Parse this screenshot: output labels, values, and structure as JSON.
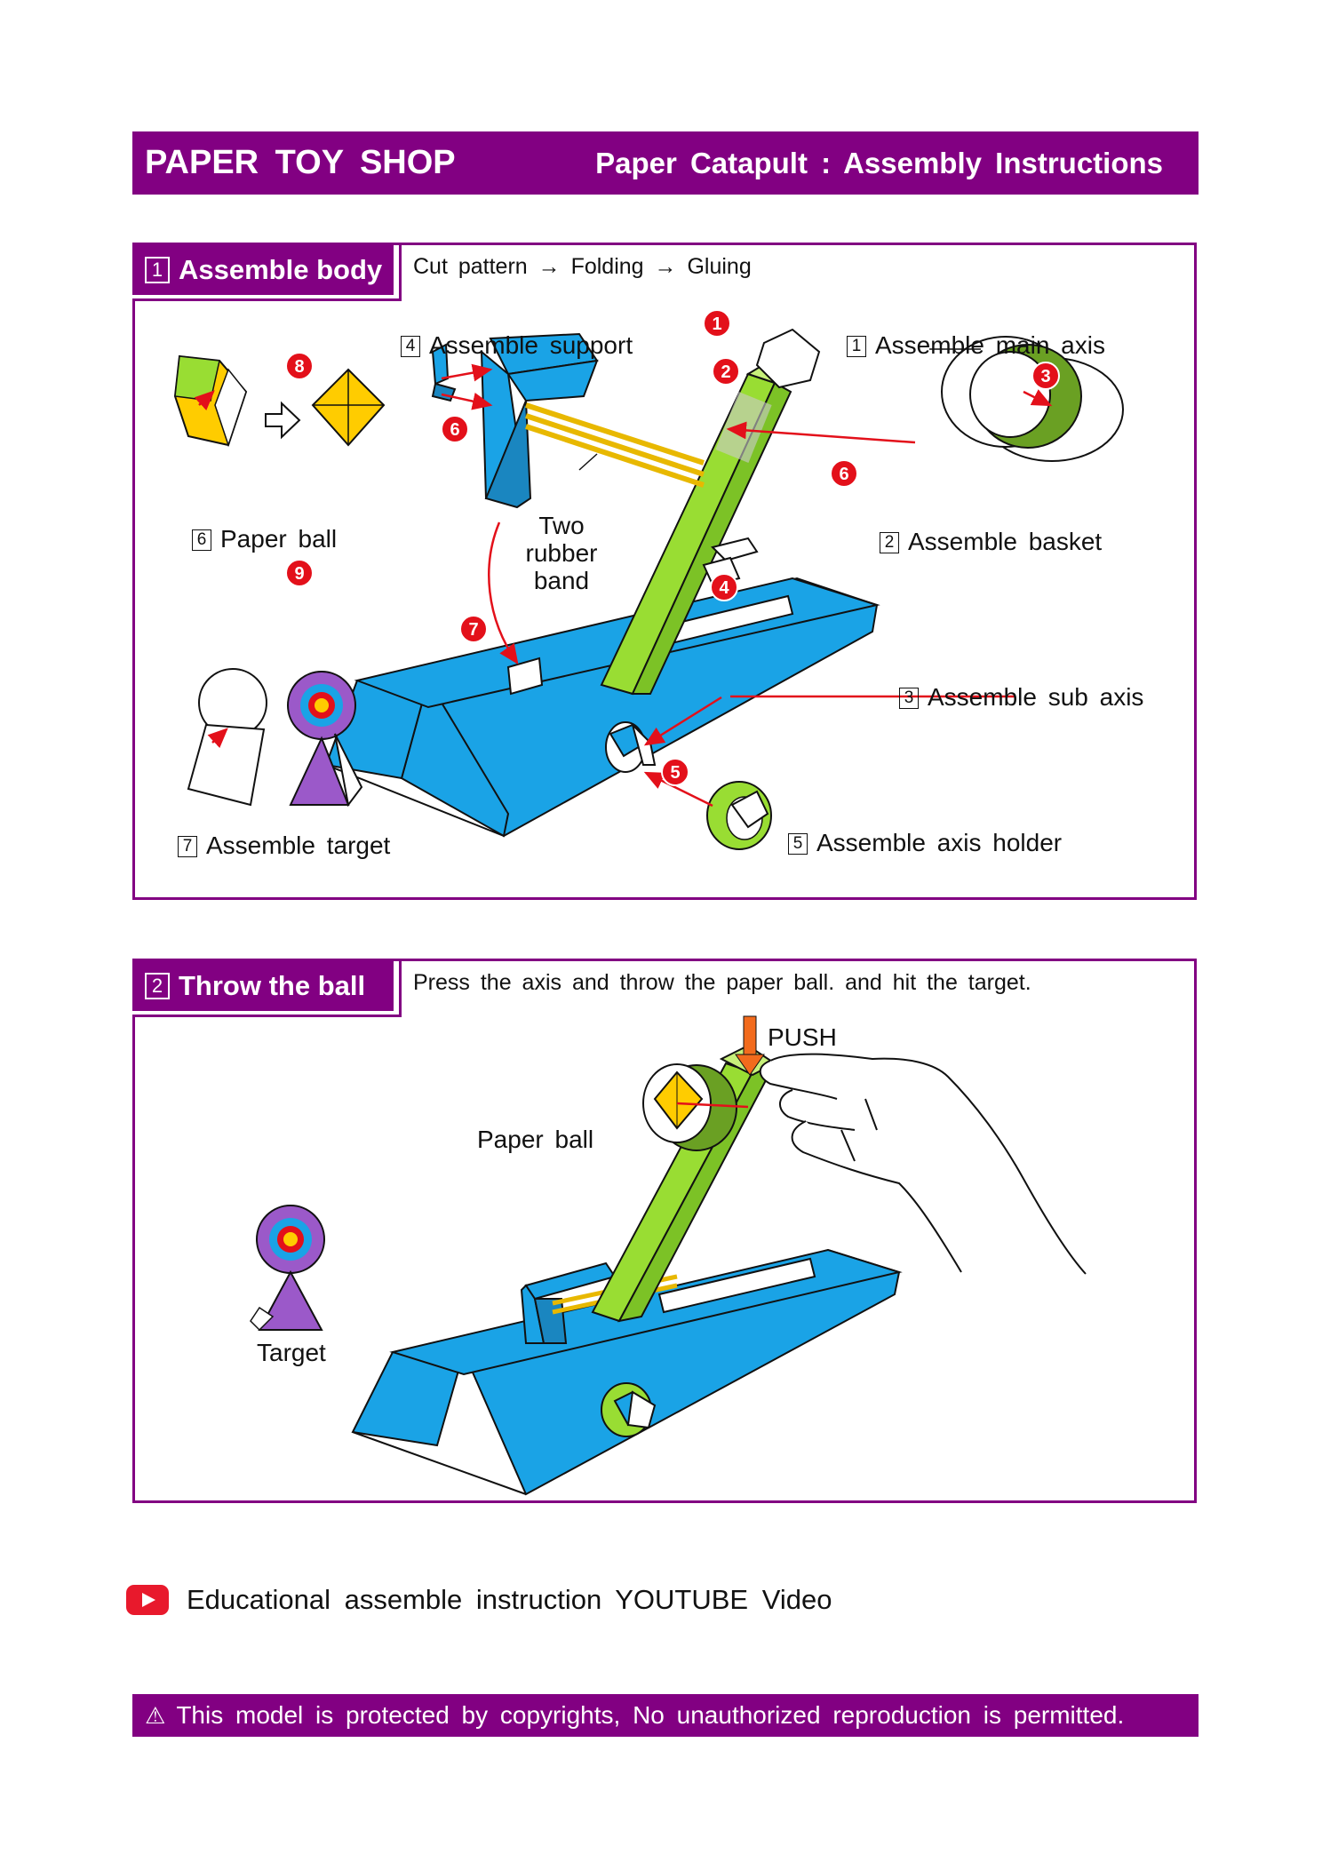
{
  "header": {
    "brand": "PAPER TOY SHOP",
    "title": "Paper Catapult : Assembly Instructions"
  },
  "section1": {
    "number": "1",
    "title": "Assemble body",
    "subtitle": "Cut pattern → Folding → Gluing",
    "labels": {
      "assemble_support": "Assemble support",
      "assemble_main_axis": "Assemble main axis",
      "assemble_basket": "Assemble basket",
      "paper_ball": "Paper ball",
      "two_rubber_band": [
        "Two",
        "rubber",
        "band"
      ],
      "assemble_sub_axis": "Assemble sub axis",
      "assemble_target": "Assemble target",
      "assemble_axis_holder": "Assemble axis holder"
    },
    "label_numbers": {
      "assemble_main_axis": "1",
      "assemble_basket": "2",
      "assemble_sub_axis": "3",
      "assemble_support": "4",
      "assemble_axis_holder": "5",
      "paper_ball": "6",
      "assemble_target": "7"
    },
    "part_markers": [
      "1",
      "2",
      "3",
      "4",
      "5",
      "6",
      "6",
      "7",
      "8",
      "9"
    ]
  },
  "section2": {
    "number": "2",
    "title": "Throw the ball",
    "subtitle": "Press the axis and throw the paper ball. and hit the target.",
    "labels": {
      "push": "PUSH",
      "paper_ball": "Paper ball",
      "target": "Target"
    }
  },
  "youtube": {
    "text": "Educational assemble instruction YOUTUBE Video",
    "icon": "youtube-play-icon"
  },
  "footer": {
    "icon": "warning-triangle-icon",
    "text": "This model is protected by copyrights, No unauthorized reproduction is permitted."
  },
  "colors": {
    "brand_purple": "#820082",
    "base_blue": "#1aa3e6",
    "axis_green": "#99dd33",
    "basket_green": "#6aa023",
    "ball_yellow": "#ffcc00",
    "marker_red": "#e3101a",
    "target_purple": "#9b59c9",
    "push_orange": "#f26b1d"
  }
}
